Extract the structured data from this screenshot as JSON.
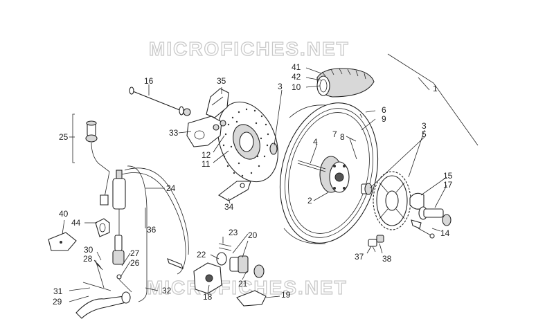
{
  "watermark": {
    "top": "MICROFICHES.NET",
    "bottom": "MICROFICHES.NET"
  },
  "parts": {
    "p1": "1",
    "p2": "2",
    "p3a": "3",
    "p3b": "3",
    "p4": "4",
    "p5": "5",
    "p6": "6",
    "p7": "7",
    "p8": "8",
    "p9": "9",
    "p10": "10",
    "p11": "11",
    "p12": "12",
    "p14": "14",
    "p15": "15",
    "p16": "16",
    "p17": "17",
    "p18": "18",
    "p19": "19",
    "p20": "20",
    "p21": "21",
    "p22": "22",
    "p23": "23",
    "p24": "24",
    "p25": "25",
    "p26": "26",
    "p27": "27",
    "p28": "28",
    "p29": "29",
    "p30": "30",
    "p31": "31",
    "p32": "32",
    "p33": "33",
    "p34": "34",
    "p35": "35",
    "p36": "36",
    "p37": "37",
    "p38": "38",
    "p40": "40",
    "p41": "41",
    "p42": "42",
    "p44": "44"
  },
  "colors": {
    "ink": "#222222",
    "watermark": "#c9c9c9",
    "background": "#ffffff"
  }
}
